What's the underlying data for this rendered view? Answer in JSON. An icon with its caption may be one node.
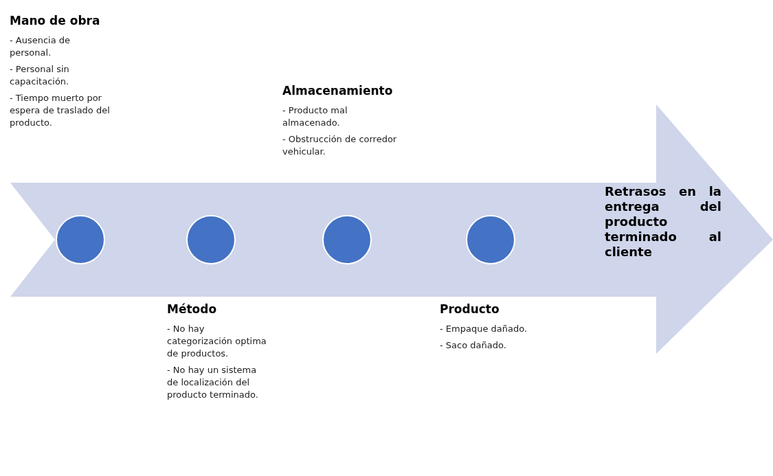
{
  "diagram": {
    "nodes": [
      {
        "text": [
          "Retrasos en la entrega del producto terminado al cliente"
        ]
      },
      {
        "text": [],
        "shape": "circle",
        "in": 0,
        "beside": [
          "Mano de obra",
          "- Ausencia de personal.",
          "- Personal sin capacitación.",
          "- Tiempo muerto por espera de traslado del producto."
        ]
      },
      {
        "text": [],
        "shape": "circle",
        "in": 0,
        "beside": [
          "Método",
          "- No hay categorización optima de productos.",
          "- No hay un sistema de localización del producto terminado."
        ]
      },
      {
        "text": [],
        "shape": "circle",
        "in": 0,
        "beside": [
          "Almacenamiento",
          "- Producto mal almacenado.",
          "- Obstrucción de corredor vehicular."
        ]
      },
      {
        "text": [],
        "shape": "circle",
        "in": 0,
        "beside": [
          "Producto",
          "- Empaque dañado.",
          "- Saco dañado."
        ]
      }
    ],
    "edges": []
  }
}
